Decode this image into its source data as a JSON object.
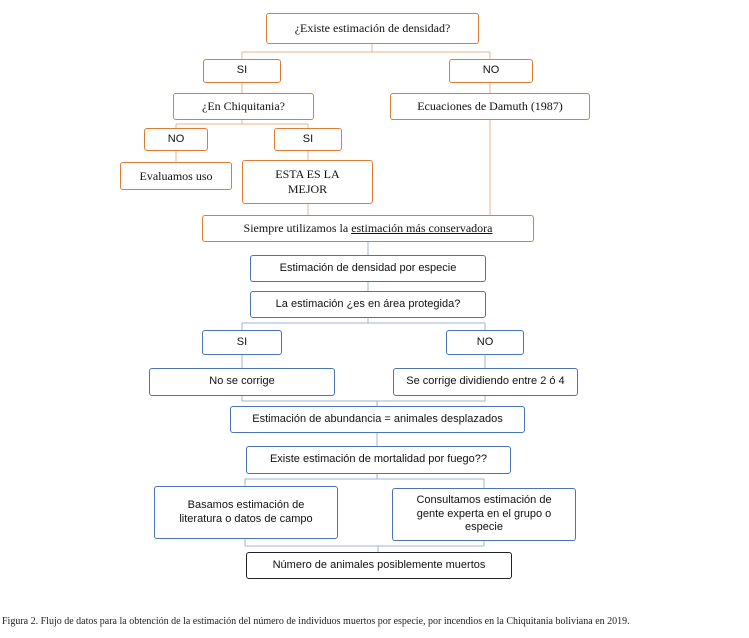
{
  "nodes": {
    "q_density": "¿Existe estimación de densidad?",
    "si_1": "SI",
    "no_1": "NO",
    "q_chiquitania": "¿En Chiquitania?",
    "damuth": "Ecuaciones de Damuth (1987)",
    "no_2": "NO",
    "si_2": "SI",
    "evaluamos": "Evaluamos uso",
    "esta_mejor": "ESTA ES LA MEJOR",
    "siempre_prefix": "Siempre utilizamos la ",
    "siempre_underlined": "estimación más conservadora",
    "est_densidad_especie": "Estimación de densidad por especie",
    "q_area_protegida": "La estimación ¿es en área protegida?",
    "si_3": "SI",
    "no_3": "NO",
    "no_corrige": "No se corrige",
    "se_corrige": "Se corrige dividiendo entre 2 ó 4",
    "est_abundancia": "Estimación de abundancia = animales desplazados",
    "q_mortalidad": "Existe estimación de mortalidad por fuego??",
    "basamos": "Basamos estimación de literatura o datos de campo",
    "consultamos": "Consultamos estimación de gente experta en el grupo o especie",
    "numero_muertos": "Número de animales posiblemente muertos"
  },
  "caption": "Figura 2. Flujo de datos para la obtención de la estimación del número de individuos muertos por especie, por incendios en la Chiquitania boliviana en 2019.",
  "colors": {
    "orange": "#e07c35",
    "blue": "#4a74b8",
    "black": "#222222",
    "connector_orange": "#e9b58c",
    "connector_blue": "#9db3d6"
  }
}
